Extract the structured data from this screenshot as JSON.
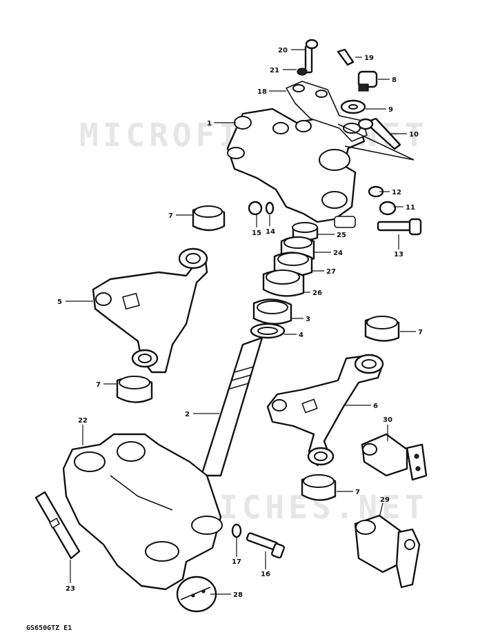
{
  "watermark": "MICROFICHES.NET",
  "footer_code": "GS650GTZ E1",
  "callouts": [
    {
      "id": "20",
      "label": "20"
    },
    {
      "id": "19",
      "label": "19"
    },
    {
      "id": "21",
      "label": "21"
    },
    {
      "id": "8",
      "label": "8"
    },
    {
      "id": "18",
      "label": "18"
    },
    {
      "id": "9",
      "label": "9"
    },
    {
      "id": "1",
      "label": "1"
    },
    {
      "id": "10",
      "label": "10"
    },
    {
      "id": "12",
      "label": "12"
    },
    {
      "id": "11",
      "label": "11"
    },
    {
      "id": "7a",
      "label": "7"
    },
    {
      "id": "15",
      "label": "15"
    },
    {
      "id": "14",
      "label": "14"
    },
    {
      "id": "13",
      "label": "13"
    },
    {
      "id": "25",
      "label": "25"
    },
    {
      "id": "24",
      "label": "24"
    },
    {
      "id": "27",
      "label": "27"
    },
    {
      "id": "5",
      "label": "5"
    },
    {
      "id": "26",
      "label": "26"
    },
    {
      "id": "3",
      "label": "3"
    },
    {
      "id": "4",
      "label": "4"
    },
    {
      "id": "7b",
      "label": "7"
    },
    {
      "id": "7c",
      "label": "7"
    },
    {
      "id": "6",
      "label": "6"
    },
    {
      "id": "2",
      "label": "2"
    },
    {
      "id": "30",
      "label": "30"
    },
    {
      "id": "22",
      "label": "22"
    },
    {
      "id": "7d",
      "label": "7"
    },
    {
      "id": "29",
      "label": "29"
    },
    {
      "id": "17",
      "label": "17"
    },
    {
      "id": "16",
      "label": "16"
    },
    {
      "id": "23",
      "label": "23"
    },
    {
      "id": "28",
      "label": "28"
    }
  ]
}
